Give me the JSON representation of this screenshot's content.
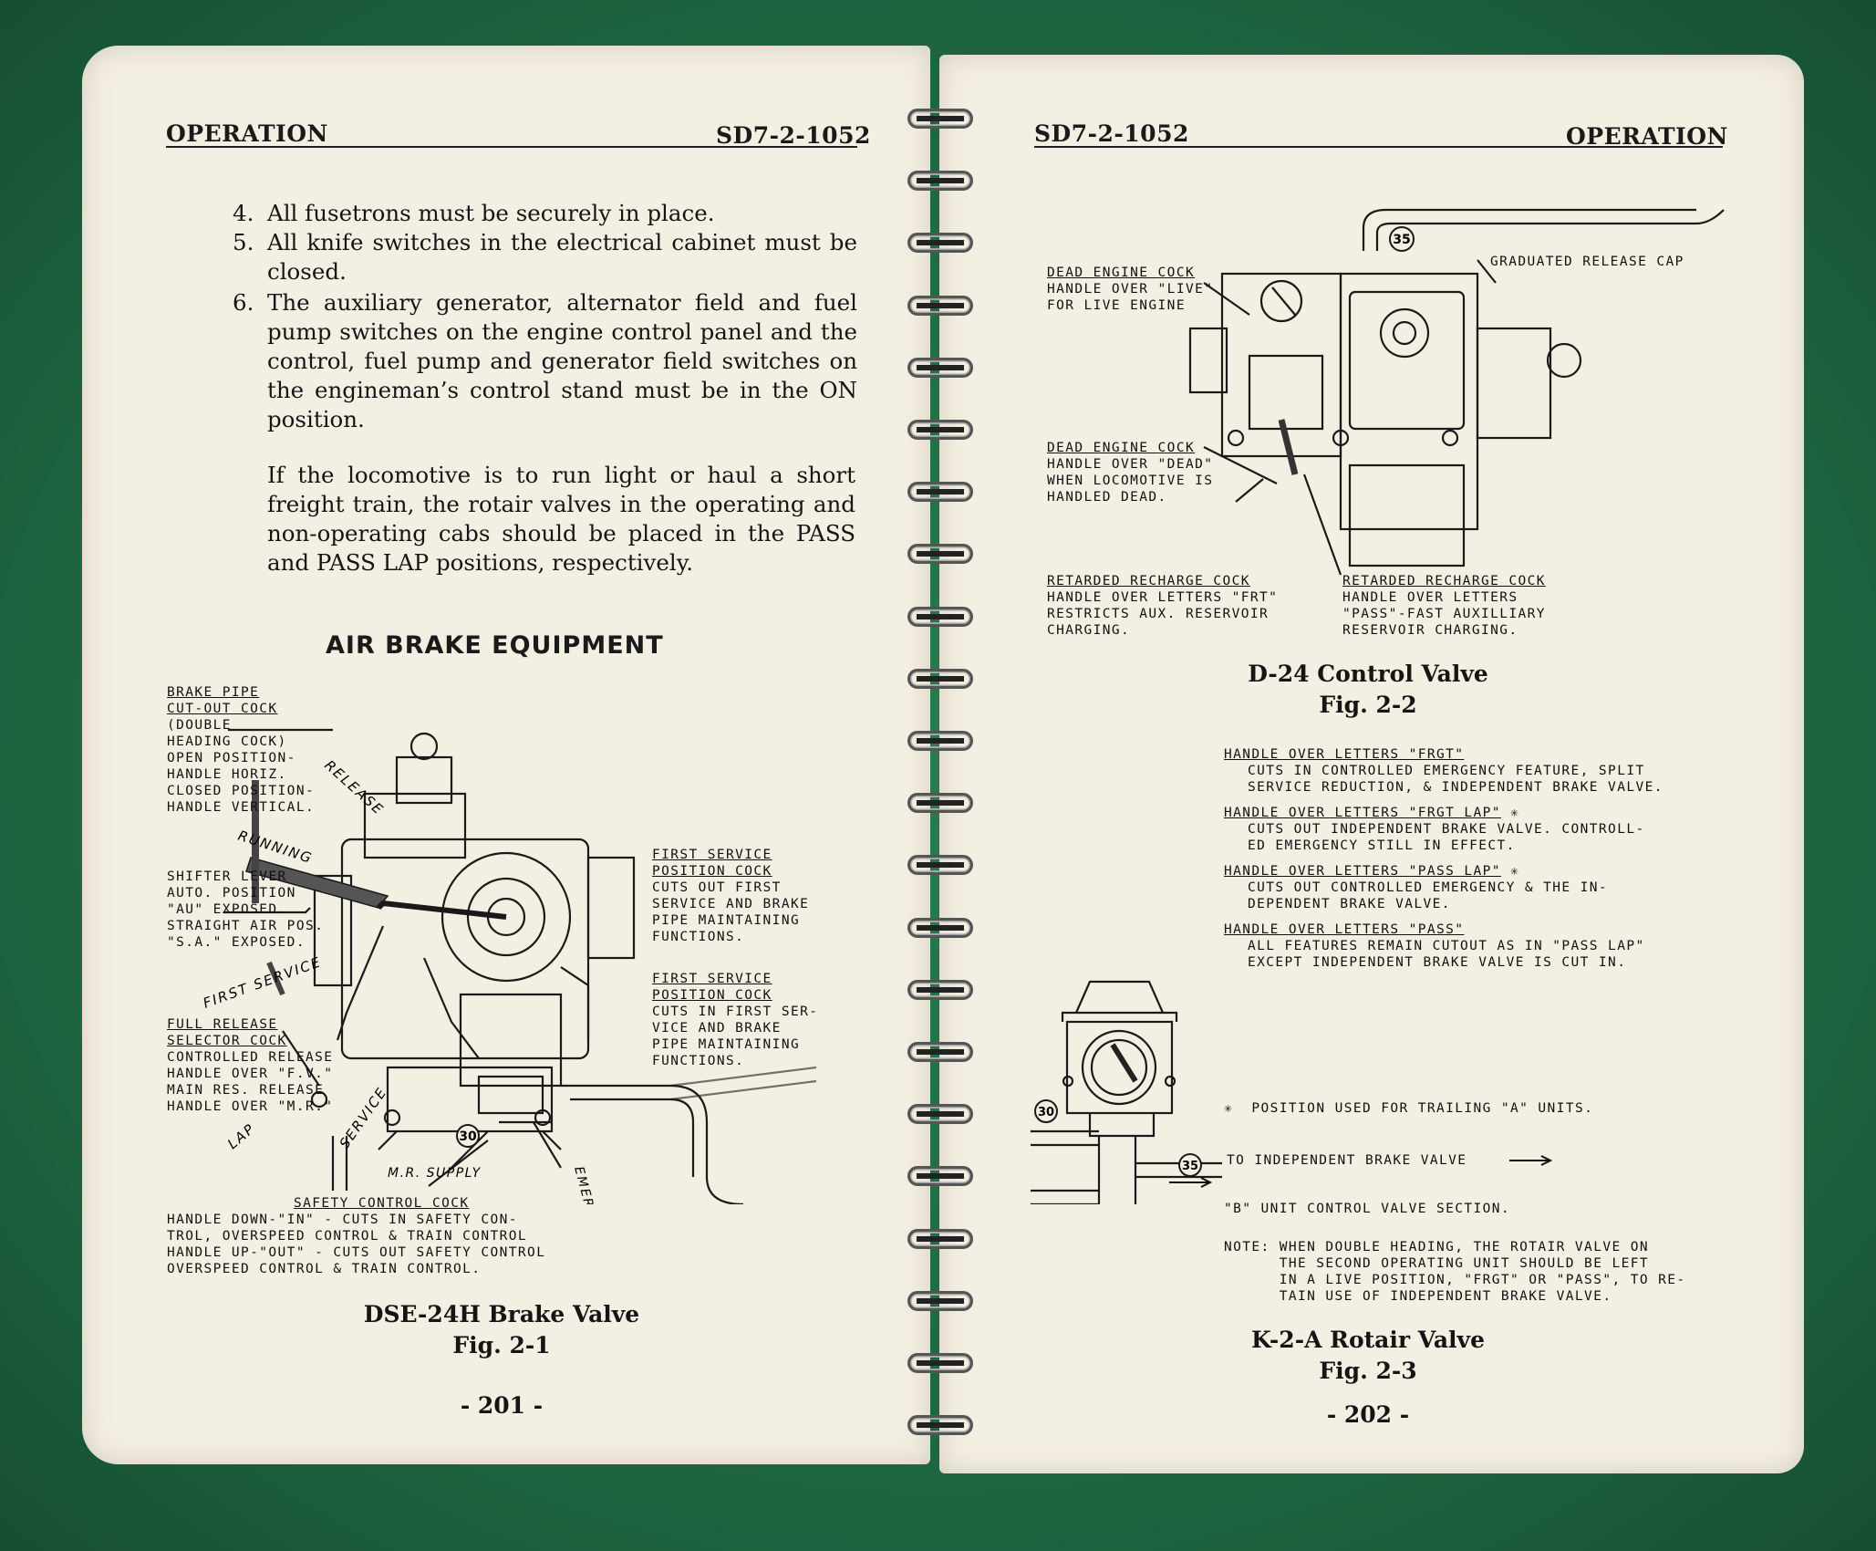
{
  "left": {
    "header_left": "OPERATION",
    "header_right": "SD7-2-1052",
    "items": [
      {
        "num": "4.",
        "text": "All fusetrons must be securely in place."
      },
      {
        "num": "5.",
        "text": "All knife switches in the electrical cabinet must be closed."
      },
      {
        "num": "6.",
        "text": "The auxiliary generator, alternator field and fuel pump switches on the engine control panel and the control, fuel pump and generator field switches on the engineman’s control stand must be in the ON position."
      }
    ],
    "paragraph": "If the locomotive is to run light or haul a short freight train, the rotair valves in the operating and non-operating cabs should be placed in the PASS and PASS LAP positions, respectively.",
    "section_title": "AIR BRAKE EQUIPMENT",
    "callouts": {
      "brake_pipe_title": "BRAKE PIPE\nCUT-OUT COCK",
      "brake_pipe_body": "(DOUBLE\nHEADING COCK)\nOPEN POSITION-\nHANDLE HORIZ.\nCLOSED POSITION-\nHANDLE VERTICAL.",
      "shifter": "SHIFTER LEVER\nAUTO. POSITION\n\"AU\" EXPOSED.\nSTRAIGHT AIR POS.\n\"S.A.\" EXPOSED.",
      "full_release_title": "FULL RELEASE\nSELECTOR COCK",
      "full_release_body": "CONTROLLED RELEASE\nHANDLE OVER \"F.V.\"\nMAIN RES. RELEASE\nHANDLE OVER \"M.R.\"",
      "first_service_1_title": "FIRST SERVICE\nPOSITION COCK",
      "first_service_1_body": "CUTS OUT FIRST\nSERVICE AND BRAKE\nPIPE MAINTAINING\nFUNCTIONS.",
      "first_service_2_title": "FIRST SERVICE\nPOSITION COCK",
      "first_service_2_body": "CUTS IN FIRST SER-\nVICE AND BRAKE\nPIPE MAINTAINING\nFUNCTIONS.",
      "safety_title": "SAFETY CONTROL COCK",
      "safety_body": "HANDLE DOWN-\"IN\" - CUTS IN SAFETY CON-\nTROL, OVERSPEED CONTROL & TRAIN CONTROL\nHANDLE UP-\"OUT\" - CUTS OUT SAFETY CONTROL\nOVERSPEED CONTROL & TRAIN CONTROL.",
      "mr_supply": "M.R. SUPPLY",
      "pos_release": "RELEASE",
      "pos_running": "RUNNING",
      "pos_first_service": "FIRST SERVICE",
      "pos_service": "SERVICE",
      "pos_lap": "LAP",
      "pos_emergency": "EMERGENCY",
      "num_30": "30"
    },
    "figure_title": "DSE-24H Brake Valve",
    "figure_label": "Fig. 2-1",
    "page_number": "- 201 -"
  },
  "right": {
    "header_left": "SD7-2-1052",
    "header_right": "OPERATION",
    "d24": {
      "dead_live_title": "DEAD ENGINE COCK",
      "dead_live_body": "HANDLE OVER \"LIVE\"\nFOR LIVE ENGINE",
      "dead_dead_title": "DEAD ENGINE COCK",
      "dead_dead_body": "HANDLE OVER \"DEAD\"\nWHEN LOCOMOTIVE IS\nHANDLED DEAD.",
      "graduated": "GRADUATED RELEASE CAP",
      "ret_frt_title": "RETARDED RECHARGE COCK",
      "ret_frt_body": "HANDLE OVER LETTERS \"FRT\"\nRESTRICTS AUX. RESERVOIR\nCHARGING.",
      "ret_pass_title": "RETARDED RECHARGE COCK",
      "ret_pass_body": "HANDLE OVER LETTERS\n\"PASS\"-FAST AUXILLIARY\nRESERVOIR CHARGING.",
      "num_35": "35",
      "title": "D-24 Control Valve",
      "label": "Fig. 2-2"
    },
    "rotair": {
      "items": [
        {
          "head": "HANDLE OVER LETTERS \"FRGT\"",
          "star": "",
          "body": "CUTS IN CONTROLLED EMERGENCY FEATURE, SPLIT\nSERVICE REDUCTION, & INDEPENDENT BRAKE VALVE."
        },
        {
          "head": "HANDLE OVER LETTERS \"FRGT LAP\"",
          "star": "✳",
          "body": "CUTS OUT INDEPENDENT BRAKE VALVE. CONTROLL-\nED EMERGENCY STILL IN EFFECT."
        },
        {
          "head": "HANDLE OVER LETTERS \"PASS LAP\"",
          "star": "✳",
          "body": "CUTS OUT CONTROLLED EMERGENCY & THE IN-\nDEPENDENT BRAKE VALVE."
        },
        {
          "head": "HANDLE OVER LETTERS \"PASS\"",
          "star": "",
          "body": "ALL FEATURES REMAIN CUTOUT AS IN \"PASS LAP\"\nEXCEPT INDEPENDENT BRAKE VALVE IS CUT IN."
        }
      ],
      "star_symbol": "✳",
      "position_note": "POSITION USED FOR TRAILING \"A\" UNITS.",
      "to_indep": "TO INDEPENDENT BRAKE VALVE",
      "b_unit": "\"B\" UNIT CONTROL VALVE SECTION.",
      "note": "NOTE: WHEN DOUBLE HEADING, THE ROTAIR VALVE ON\n      THE SECOND OPERATING UNIT SHOULD BE LEFT\n      IN A LIVE POSITION, \"FRGT\" OR \"PASS\", TO RE-\n      TAIN USE OF INDEPENDENT BRAKE VALVE.",
      "num_30": "30",
      "num_35": "35",
      "title": "K-2-A Rotair Valve",
      "label": "Fig. 2-3"
    },
    "page_number": "- 202 -"
  }
}
